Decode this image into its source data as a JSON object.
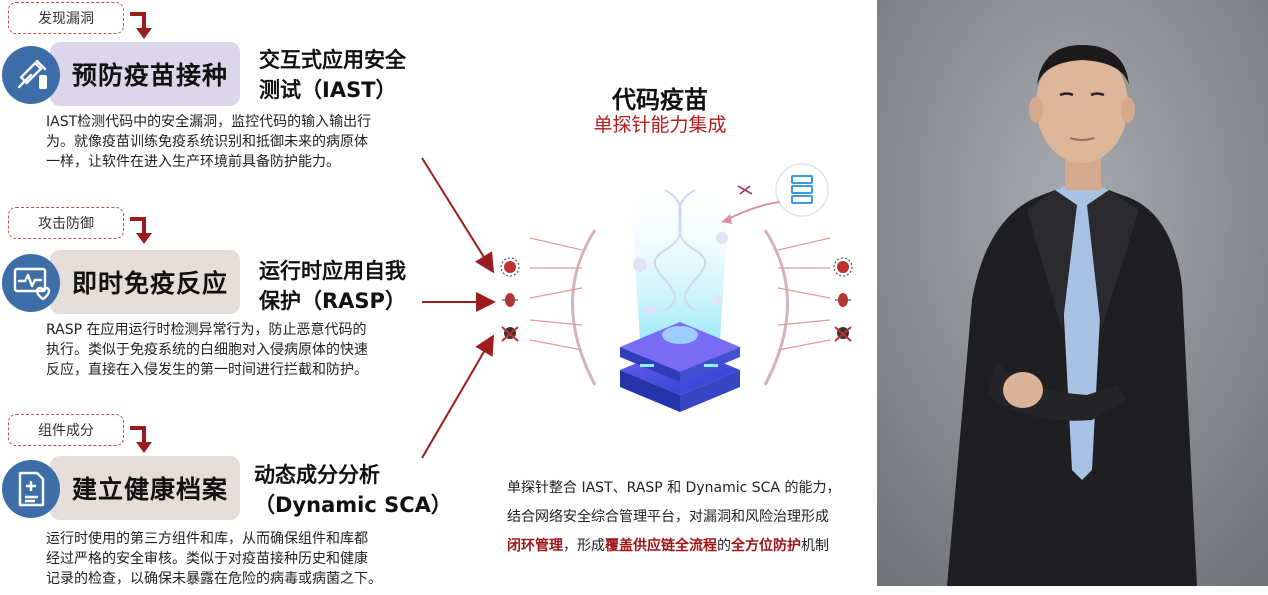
{
  "sections": [
    {
      "tag": "发现漏洞",
      "card_title": "预防疫苗接种",
      "card_icon": "vaccine-syringe-icon",
      "method_line1": "交互式应用安全",
      "method_line2": "测试（IAST）",
      "desc": [
        "IAST检测代码中的安全漏洞，监控代码的输入输出行",
        "为。就像疫苗训练免疫系统识别和抵御未来的病原体",
        "一样，让软件在进入生产环境前具备防护能力。"
      ]
    },
    {
      "tag": "攻击防御",
      "card_title": "即时免疫反应",
      "card_icon": "heart-monitor-icon",
      "method_line1": "运行时应用自我",
      "method_line2": "保护（RASP）",
      "desc": [
        "RASP  在应用运行时检测异常行为，防止恶意代码的",
        "执行。类似于免疫系统的白细胞对入侵病原体的快速",
        "反应，直接在入侵发生的第一时间进行拦截和防护。"
      ]
    },
    {
      "tag": "组件成分",
      "card_title": "建立健康档案",
      "card_icon": "health-record-icon",
      "method_line1": "动态成分分析",
      "method_line2": "（Dynamic SCA）",
      "desc": [
        "运行时使用的第三方组件和库，从而确保组件和库都",
        "经过严格的安全审核。类似于对疫苗接种历史和健康",
        "记录的检查，以确保未暴露在危险的病毒或病菌之下。"
      ]
    }
  ],
  "center": {
    "title": "代码疫苗",
    "subtitle": "单探针能力集成"
  },
  "summary": {
    "line1": "单探针整合 IAST、RASP 和 Dynamic SCA 的能力，",
    "line2": "结合网络安全综合管理平台，对漏洞和风险治理形成",
    "line3_parts": [
      {
        "text": "闭环管理",
        "emphasis": true
      },
      {
        "text": "，形成",
        "emphasis": false
      },
      {
        "text": "覆盖供应链全流程",
        "emphasis": true
      },
      {
        "text": "的",
        "emphasis": false
      },
      {
        "text": "全方位防护",
        "emphasis": true
      },
      {
        "text": "机制",
        "emphasis": false
      }
    ]
  },
  "colors": {
    "card1": "#dcd6ea",
    "card2": "#e4ddd9",
    "card3": "#e4ddd9",
    "icon_blue": "#3e6ea8",
    "arrow_red": "#9b1c1c",
    "emphasis_red": "#a01515"
  }
}
